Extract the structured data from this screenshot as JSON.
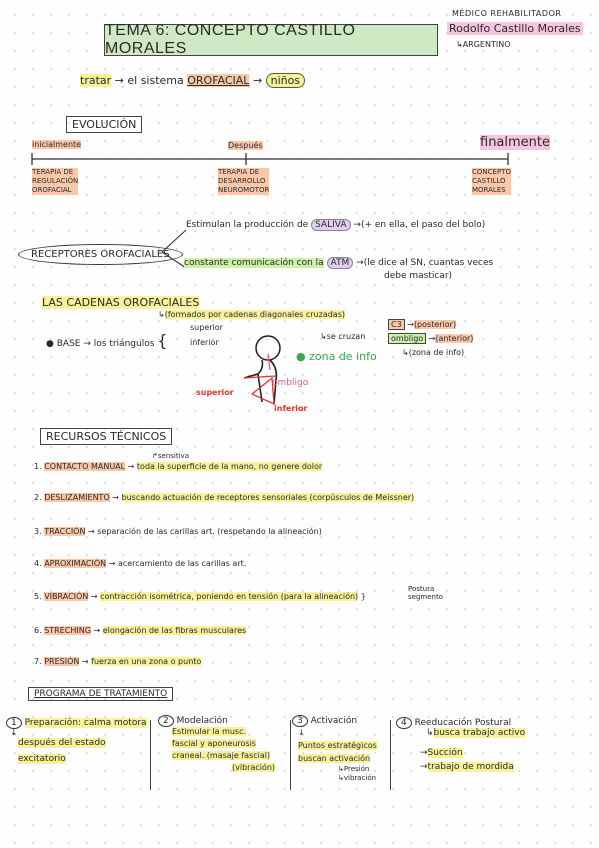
{
  "header": {
    "title": "TEMA 6: CONCEPTO CASTILLO MORALES",
    "role": "MÉDICO REHABILITADOR",
    "name": "Rodolfo Castillo Morales",
    "country": "ARGENTINO"
  },
  "intro": {
    "text1": "tratar",
    "text2": "el sistema",
    "orofacial": "OROFACIAL",
    "ninos": "niños"
  },
  "evolucion": {
    "heading": "EVOLUCIÓN",
    "labels": [
      "inicialmente",
      "Después",
      "finalmente"
    ],
    "stages": [
      [
        "TERAPIA DE",
        "REGULACIÓN",
        "OROFACIAL"
      ],
      [
        "TERAPIA DE",
        "DESARROLLO",
        "NEUROMOTOR"
      ],
      [
        "CONCEPTO",
        "CASTILLO",
        "MORALES"
      ]
    ]
  },
  "receptores": {
    "label": "RECEPTORES OROFACIALES",
    "line1_a": "Estimulan la producción de",
    "line1_saliva": "SALIVA",
    "line1_b": "(+ en ella, el paso del bolo)",
    "line2_a": "constante comunicación con la",
    "line2_atm": "ATM",
    "line2_b": "(le dice al SN, cuantas veces",
    "line2_c": "debe masticar)"
  },
  "cadenas": {
    "heading": "LAS CADENAS OROFACIALES",
    "formados": "(formados por cadenas diagonales cruzadas)",
    "base": "BASE",
    "triangulos": "los triángulos",
    "superior": "superior",
    "inferior": "inferior",
    "se_cruzan": "se cruzan",
    "c3": "C3",
    "posterior": "(posterior)",
    "ombligo": "ombligo",
    "anterior": "(anterior)",
    "zona_info_note": "(zona de info)",
    "zona_info": "zona de info",
    "fig_ombligo": "ombligo",
    "fig_superior": "superior",
    "fig_inferior": "inferior"
  },
  "recursos": {
    "heading": "RECURSOS TÉCNICOS",
    "sensitiva": "sensitiva",
    "items": [
      {
        "n": "1.",
        "name": "CONTACTO MANUAL",
        "desc": "toda la superficie de la mano, no genere dolor"
      },
      {
        "n": "2.",
        "name": "DESLIZAMIENTO",
        "desc": "buscando actuación de receptores sensoriales (corpúsculos de Meissner)"
      },
      {
        "n": "3.",
        "name": "TRACCIÓN",
        "desc": "separación de las carillas art. (respetando la alineación)"
      },
      {
        "n": "4.",
        "name": "APROXIMACIÓN",
        "desc": "acercamiento de las carillas art."
      },
      {
        "n": "5.",
        "name": "VIBRACIÓN",
        "desc": "contracción isométrica, poniendo en tensión (para la alineación)",
        "extra1": "Postura",
        "extra2": "segmento"
      },
      {
        "n": "6.",
        "name": "STRECHING",
        "desc": "elongación de las fibras musculares"
      },
      {
        "n": "7.",
        "name": "PRESIÓN",
        "desc": "fuerza en una zona o punto"
      }
    ]
  },
  "programa": {
    "heading": "PROGRAMA DE TRATAMIENTO",
    "steps": [
      {
        "num": "1",
        "title": "Preparación: calma motora",
        "lines": [
          "después del estado",
          "excitatorio"
        ]
      },
      {
        "num": "2",
        "title": "Modelación",
        "lines": [
          "Estimular la musc.",
          "fascial y aponeurosis",
          "craneal. (masaje fascial)",
          "(vibración)"
        ]
      },
      {
        "num": "3",
        "title": "Activación",
        "lines": [
          "Puntos estratégicos",
          "buscan activación",
          "Presión",
          "vibración"
        ]
      },
      {
        "num": "4",
        "title": "Reeducación Postural",
        "lines": [
          "busca trabajo activo",
          "Succión",
          "trabajo de mordida"
        ]
      }
    ]
  }
}
